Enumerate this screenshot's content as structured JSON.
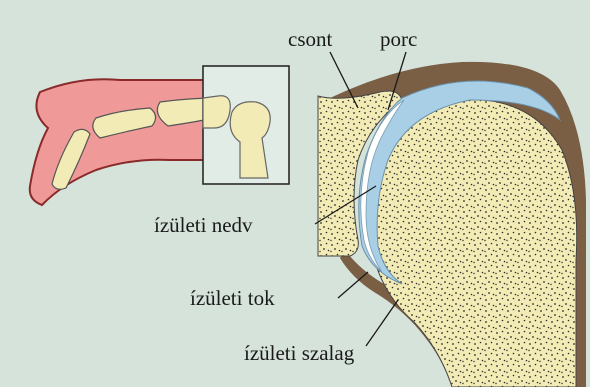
{
  "labels": {
    "bone": "csont",
    "cartilage": "porc",
    "synovial_fluid": "ízületi nedv",
    "joint_capsule": "ízületi tok",
    "ligament": "ízületi szalag"
  },
  "colors": {
    "background": "#d6e3da",
    "bone": "#f3ebb5",
    "bone_dots": "#2b2b2b",
    "cartilage": "#a9cfe6",
    "fluid": "#ffffff",
    "capsule": "#7a5f44",
    "skin": "#ef9a98",
    "inset_frame": "#2a2a2a",
    "leader_line": "#1a1a1a"
  }
}
